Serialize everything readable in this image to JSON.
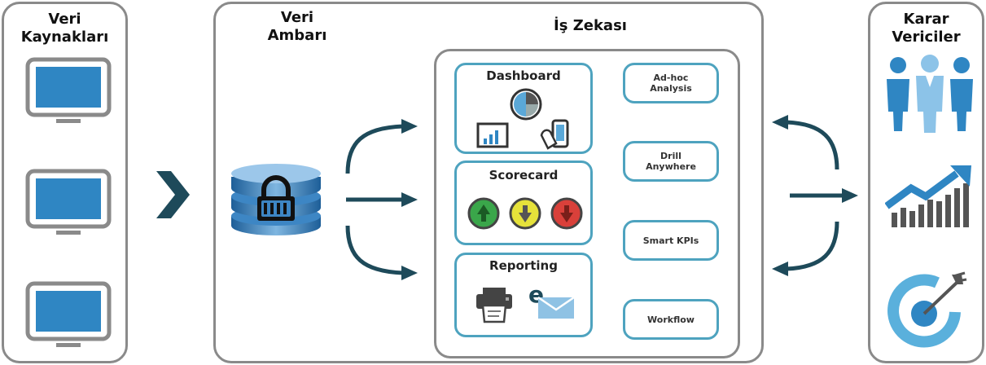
{
  "sources": {
    "title_line1": "Veri",
    "title_line2": "Kaynakları",
    "items": [
      "monitor",
      "monitor",
      "monitor"
    ]
  },
  "warehouse": {
    "title_line1": "Veri",
    "title_line2": "Ambarı",
    "icon": "locked-database-icon"
  },
  "bi": {
    "title": "İş Zekası",
    "dashboard": {
      "title": "Dashboard",
      "icons": [
        "pie-chart-icon",
        "bar-chart-icon",
        "touch-tablet-icon"
      ]
    },
    "scorecard": {
      "title": "Scorecard",
      "indicators": [
        "up",
        "down",
        "down"
      ],
      "colors": [
        "#3aa64a",
        "#e6e23a",
        "#d9403a"
      ]
    },
    "reporting": {
      "title": "Reporting",
      "icons": [
        "printer-icon",
        "email-icon"
      ]
    },
    "features": [
      {
        "line1": "Ad-hoc",
        "line2": "Analysis"
      },
      {
        "line1": "Drill",
        "line2": "Anywhere"
      },
      {
        "line1": "Smart KPIs",
        "line2": ""
      },
      {
        "line1": "Workflow",
        "line2": ""
      }
    ]
  },
  "decision_makers": {
    "title_line1": "Karar",
    "title_line2": "Vericiler",
    "icons": [
      "people-icon",
      "growth-chart-icon",
      "target-icon"
    ]
  },
  "colors": {
    "accent": "#4ea3bf",
    "arrow": "#1e4a5a",
    "border": "#8a8a8a",
    "icon_blue": "#3b8ec2"
  }
}
